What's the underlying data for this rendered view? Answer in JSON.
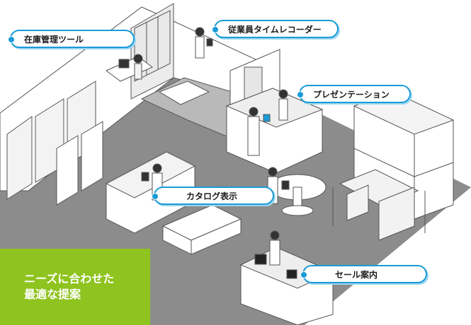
{
  "callouts": {
    "inventory": "在庫管理ツール",
    "timecard": "従業員タイムレコーダー",
    "presentation": "プレゼンテーション",
    "catalog": "カタログ表示",
    "sale": "セール案内"
  },
  "banner": {
    "line1": "ニーズに合わせた",
    "line2": "最適な提案"
  },
  "colors": {
    "accent": "#1a9bd7",
    "banner": "#8fc31f",
    "floor": "#8c8c8c"
  }
}
